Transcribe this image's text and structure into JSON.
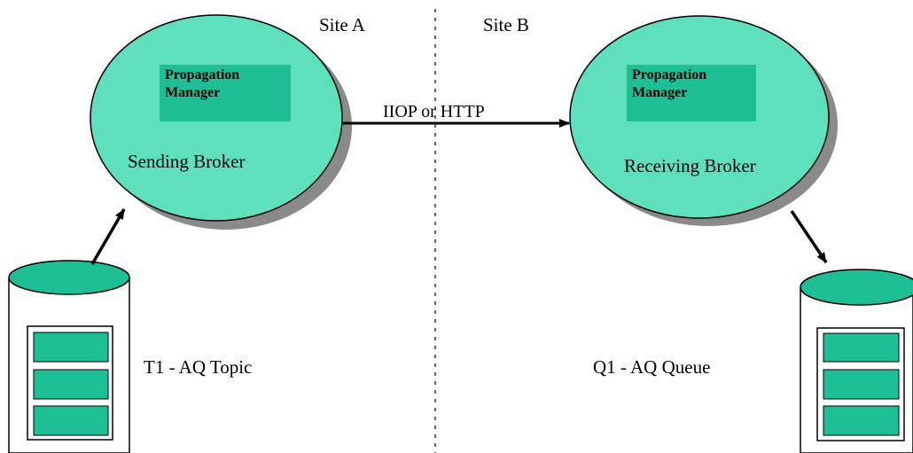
{
  "sites": {
    "left": "Site A",
    "right": "Site B"
  },
  "sending_broker": {
    "manager_line1": "Propagation",
    "manager_line2": "Manager",
    "label": "Sending Broker"
  },
  "receiving_broker": {
    "manager_line1": "Propagation",
    "manager_line2": "Manager",
    "label": "Receiving Broker"
  },
  "link": {
    "label": "IIOP or HTTP"
  },
  "topic_store": {
    "label": "T1 - AQ Topic"
  },
  "queue_store": {
    "label": "Q1 - AQ Queue"
  },
  "colors": {
    "broker_fill": "#5fe0bd",
    "manager_fill": "#1fbf96",
    "store_top": "#1fbf96",
    "store_slot": "#1fbf96",
    "shadow": "#8a8a8a",
    "stroke": "#000000"
  }
}
